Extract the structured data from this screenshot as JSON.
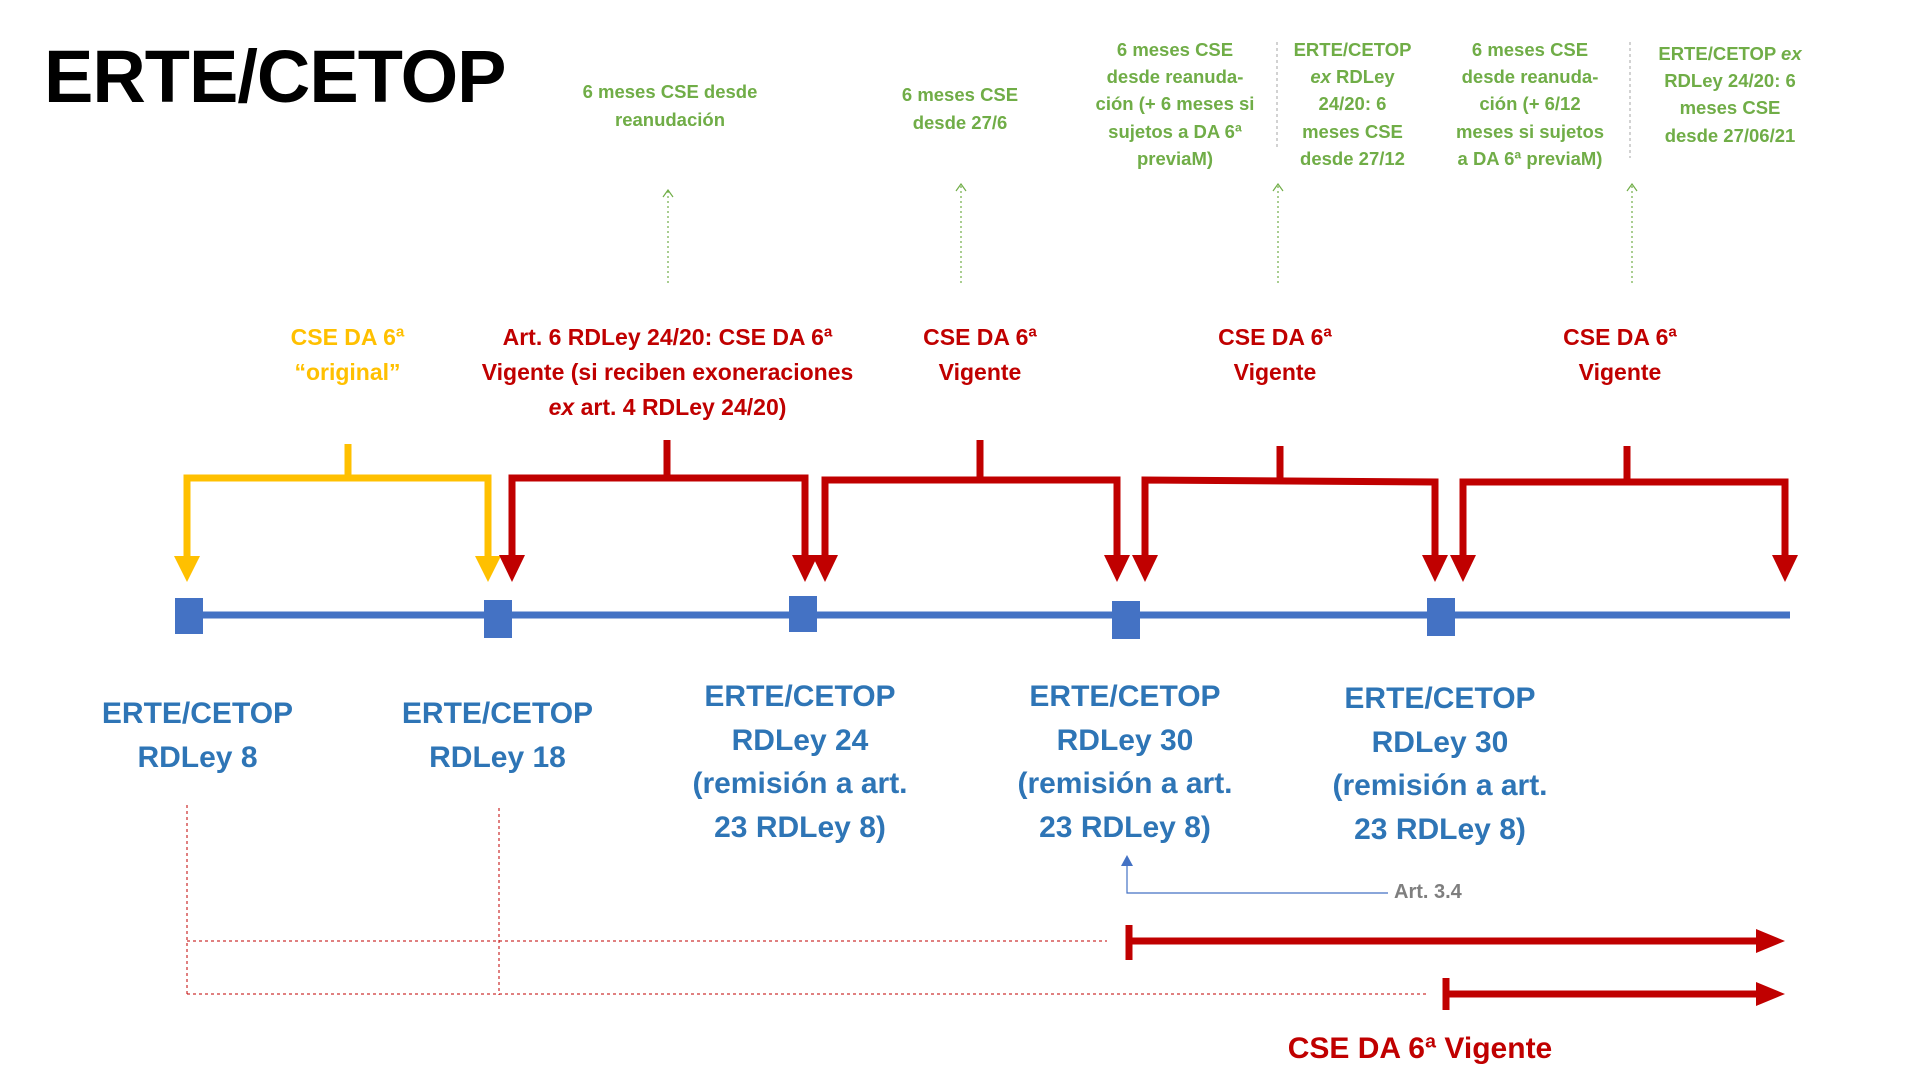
{
  "title": "ERTE/CETOP",
  "colors": {
    "yellow": "#FFC000",
    "red": "#C00000",
    "blue": "#4472C4",
    "label_blue": "#2E75B6",
    "green": "#70AD47",
    "grey": "#7F7F7F"
  },
  "top_notes": {
    "n1": [
      "6 meses CSE desde",
      "reanudación"
    ],
    "n2": [
      "6 meses CSE",
      "desde 27/6"
    ],
    "n3": [
      "6 meses CSE",
      "desde reanuda-",
      "ción (+ 6 meses si",
      "sujetos a DA 6ª",
      "previaM)"
    ],
    "n4": {
      "l1": "ERTE/CETOP",
      "l2_em": "ex",
      "l2": " RDLey",
      "l3": "24/20: 6",
      "l4": "meses CSE",
      "l5": "desde 27/12"
    },
    "n5": [
      "6 meses CSE",
      "desde reanuda-",
      "ción (+ 6/12",
      "meses si sujetos",
      "a DA 6ª previaM)"
    ],
    "n6": {
      "l1": "ERTE/CETOP",
      "l1_em": "ex",
      "l2": "RDLey 24/20: 6",
      "l3": "meses CSE",
      "l4": "desde 27/06/21"
    }
  },
  "bracket_labels": {
    "b0": [
      "CSE DA 6ª",
      "“original”"
    ],
    "b1": {
      "l1": "Art. 6 RDLey 24/20: CSE DA 6ª",
      "l2": "Vigente (si reciben exoneraciones",
      "l3_em": "ex",
      "l3": " art. 4 RDLey 24/20)"
    },
    "b2": [
      "CSE DA 6ª",
      "Vigente"
    ],
    "b3": [
      "CSE DA 6ª",
      "Vigente"
    ],
    "b4": [
      "CSE DA 6ª",
      "Vigente"
    ]
  },
  "timeline_labels": {
    "t1": [
      "ERTE/CETOP",
      "RDLey 8"
    ],
    "t2": [
      "ERTE/CETOP",
      "RDLey 18"
    ],
    "t3": [
      "ERTE/CETOP",
      "RDLey 24",
      "(remisión a art.",
      "23 RDLey 8)"
    ],
    "t4": [
      "ERTE/CETOP",
      "RDLey 30",
      "(remisión a art.",
      "23 RDLey 8)"
    ],
    "t5": [
      "ERTE/CETOP",
      "RDLey 30",
      "(remisión a art.",
      "23 RDLey 8)"
    ]
  },
  "art_ref": "Art. 3.4",
  "bottom_label": "CSE DA 6ª Vigente"
}
